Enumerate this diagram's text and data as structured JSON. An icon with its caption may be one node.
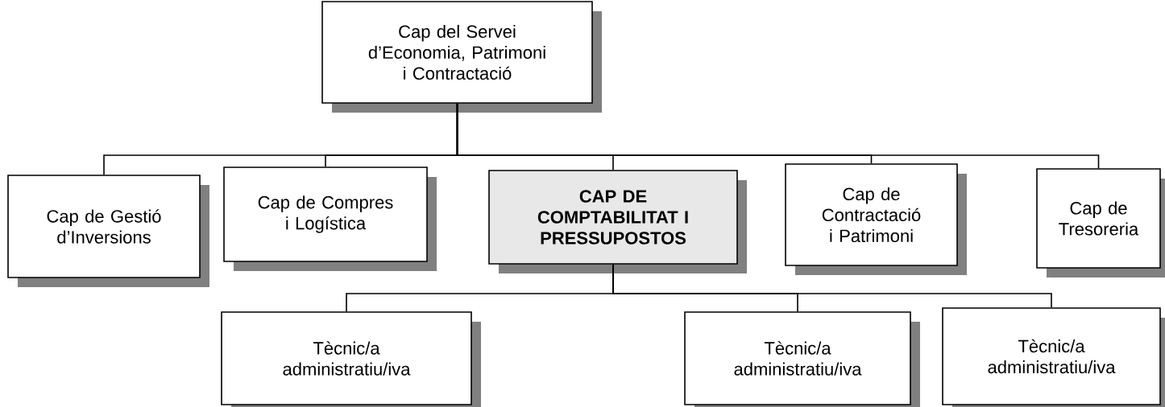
{
  "diagram": {
    "nodes": [
      {
        "text": [
          "Cap del Servei d’Economia, Patrimoni i Contractació"
        ]
      },
      {
        "text": [
          "Cap de Gestió d’Inversions"
        ]
      },
      {
        "text": [
          "Cap de Compres i Logística"
        ]
      },
      {
        "text": [
          "CAP DE COMPTABILITAT I PRESSUPOSTOS"
        ]
      },
      {
        "text": [
          "Cap de Contractació i Patrimoni"
        ]
      },
      {
        "text": [
          "Cap de Tresoreria"
        ]
      },
      {
        "text": [
          "Tècnic/a administratiu/iva"
        ]
      },
      {
        "text": [
          "Tècnic/a administratiu/iva"
        ]
      },
      {
        "text": [
          "Tècnic/a administratiu/iva"
        ]
      }
    ],
    "edges": [
      {
        "from": 0,
        "to": 1,
        "arrow": "none"
      },
      {
        "from": 0,
        "to": 2,
        "arrow": "none"
      },
      {
        "from": 0,
        "to": 3,
        "arrow": "none"
      },
      {
        "from": 0,
        "to": 4,
        "arrow": "none"
      },
      {
        "from": 0,
        "to": 5,
        "arrow": "none"
      },
      {
        "from": 3,
        "to": 6,
        "arrow": "none"
      },
      {
        "from": 3,
        "to": 7,
        "arrow": "none"
      },
      {
        "from": 3,
        "to": 8,
        "arrow": "none"
      }
    ]
  }
}
